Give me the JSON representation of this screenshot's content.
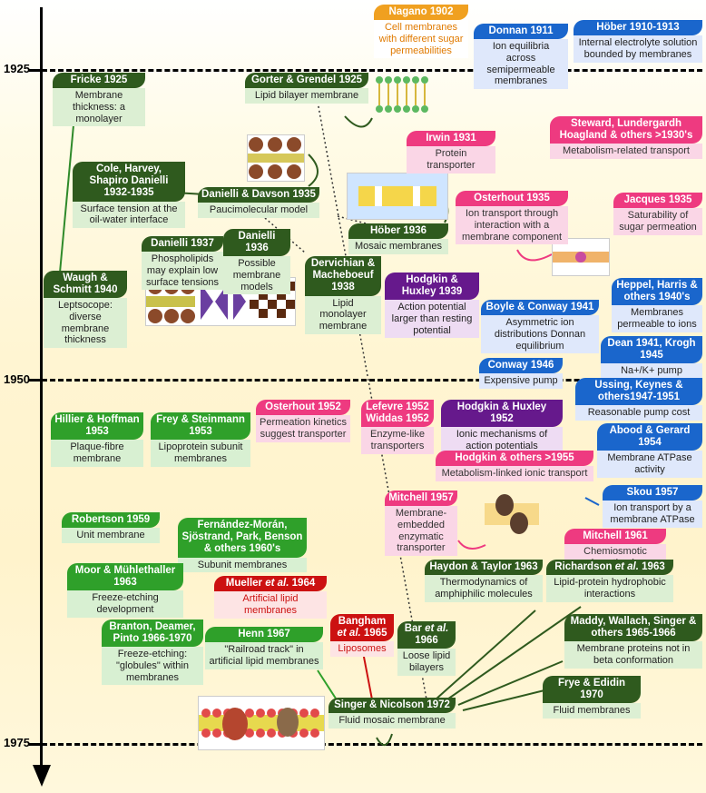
{
  "axis_years": {
    "y1925": "1925",
    "y1950": "1950",
    "y1975": "1975"
  },
  "cards": {
    "nagano": {
      "head": "Nagano 1902",
      "body": "Cell membranes with different sugar permeabilities"
    },
    "donnan": {
      "head": "Donnan 1911",
      "body": "Ion equilibria across semipermeable membranes"
    },
    "hober1910": {
      "head": "Höber 1910-1913",
      "body": "Internal electrolyte solution bounded by membranes"
    },
    "fricke": {
      "head": "Fricke 1925",
      "body": "Membrane thickness: a monolayer"
    },
    "gorter": {
      "head": "Gorter & Grendel 1925",
      "body": "Lipid bilayer membrane"
    },
    "steward": {
      "head": "Steward, Lundergardh Hoagland & others >1930's",
      "body": "Metabolism-related transport"
    },
    "irwin": {
      "head": "Irwin 1931",
      "body": "Protein transporter"
    },
    "cole": {
      "head": "Cole, Harvey, Shapiro Danielli 1932-1935",
      "body": "Surface tension at the oil-water interface"
    },
    "danielli_davson": {
      "head": "Danielli & Davson 1935",
      "body": "Paucimolecular model"
    },
    "osterhout1935": {
      "head": "Osterhout 1935",
      "body": "Ion transport through interaction with a membrane component"
    },
    "jacques": {
      "head": "Jacques 1935",
      "body": "Saturability of sugar permeation"
    },
    "hober1936": {
      "head": "Höber 1936",
      "body": "Mosaic membranes"
    },
    "danielli1937": {
      "head": "Danielli 1937",
      "body": "Phospholipids may explain low surface tensions"
    },
    "danielli1936": {
      "head": "Danielli 1936",
      "body": "Possible membrane models"
    },
    "dervichian": {
      "head": "Dervichian & Macheboeuf 1938",
      "body": "Lipid monolayer membrane"
    },
    "hodgkin1939": {
      "head": "Hodgkin & Huxley 1939",
      "body": "Action potential larger than resting potential"
    },
    "waugh": {
      "head": "Waugh & Schmitt 1940",
      "body": "Leptsocope: diverse membrane thickness"
    },
    "boyle": {
      "head": "Boyle & Conway 1941",
      "body": "Asymmetric ion distributions Donnan equilibrium"
    },
    "heppel": {
      "head": "Heppel, Harris & others 1940's",
      "body": "Membranes permeable to ions"
    },
    "dean": {
      "head": "Dean 1941, Krogh 1945",
      "body": "Na+/K+ pump"
    },
    "conway": {
      "head": "Conway 1946",
      "body": "Expensive pump"
    },
    "ussing": {
      "head": "Ussing, Keynes & others1947-1951",
      "body": "Reasonable pump cost"
    },
    "hillier": {
      "head": "Hillier & Hoffman 1953",
      "body": "Plaque-fibre membrane"
    },
    "frey": {
      "head": "Frey & Steinmann 1953",
      "body": "Lipoprotein subunit membranes"
    },
    "osterhout1952": {
      "head": "Osterhout 1952",
      "body": "Permeation kinetics suggest transporter"
    },
    "lefevre": {
      "head": "Lefevre 1952 Widdas 1952",
      "body": "Enzyme-like transporters"
    },
    "hodgkin1952": {
      "head": "Hodgkin & Huxley 1952",
      "body": "Ionic mechanisms of action potentials"
    },
    "abood": {
      "head": "Abood & Gerard 1954",
      "body": "Membrane ATPase activity"
    },
    "hodgkin1955": {
      "head": "Hodgkin & others >1955",
      "body": "Metabolism-linked ionic transport"
    },
    "skou": {
      "head": "Skou 1957",
      "body": "Ion transport by a membrane ATPase"
    },
    "mitchell1957": {
      "head": "Mitchell 1957",
      "body": "Membrane-embedded enzymatic transporter"
    },
    "mitchell1961": {
      "head": "Mitchell 1961",
      "body": "Chemiosmotic hypothesis"
    },
    "robertson": {
      "head": "Robertson 1959",
      "body": "Unit membrane"
    },
    "fernandez": {
      "head": "Fernández-Morán, Sjöstrand, Park, Benson & others 1960's",
      "body": "Subunit membranes"
    },
    "moor": {
      "head": "Moor & Mühlethaller 1963",
      "body": "Freeze-etching development"
    },
    "mueller": {
      "head_a": "Mueller ",
      "head_it": "et al.",
      "head_b": " 1964",
      "body": "Artificial lipid membranes"
    },
    "haydon": {
      "head": "Haydon & Taylor 1963",
      "body": "Thermodynamics of amphiphilic molecules"
    },
    "richardson": {
      "head_a": "Richardson ",
      "head_it": "et al.",
      "head_b": " 1963",
      "body": "Lipid-protein hydrophobic interactions"
    },
    "branton": {
      "head": "Branton, Deamer, Pinto 1966-1970",
      "body": "Freeze-etching: \"globules\" within membranes"
    },
    "henn": {
      "head": "Henn 1967",
      "body": "\"Railroad track\" in artificial lipid membranes"
    },
    "bangham": {
      "head_a": "Bangham ",
      "head_it": "et al.",
      "head_b": " 1965",
      "body": "Liposomes"
    },
    "bar": {
      "head_a": "Bar ",
      "head_it": "et al.",
      "head_b": " 1966",
      "body": "Loose lipid bilayers"
    },
    "maddy": {
      "head": "Maddy, Wallach, Singer & others 1965-1966",
      "body": "Membrane proteins not in beta conformation"
    },
    "frye": {
      "head": "Frye & Edidin 1970",
      "body": "Fluid membranes"
    },
    "singer": {
      "head": "Singer & Nicolson 1972",
      "body": "Fluid mosaic membrane"
    }
  },
  "colors": {
    "dark_green": "#2f5a1e",
    "green": "#2fa02a",
    "orange": "#f0a020",
    "blue": "#1a66cc",
    "purple": "#66198c",
    "pink": "#ee3a80",
    "red": "#cc1111"
  }
}
